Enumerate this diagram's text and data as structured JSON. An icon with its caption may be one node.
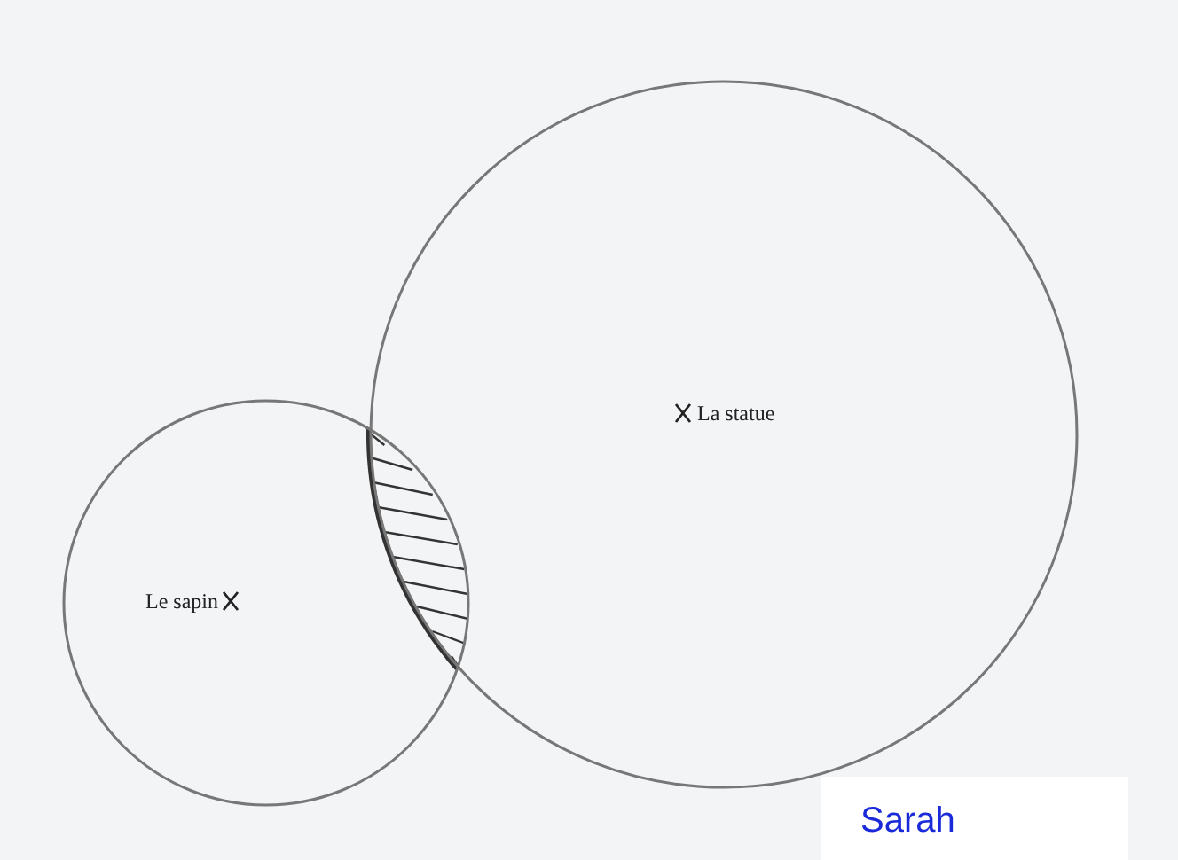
{
  "diagram": {
    "nodes": [
      {
        "text": [
          "Le sapin"
        ]
      },
      {
        "text": [
          "La statue"
        ]
      }
    ],
    "labels": [
      "Sarah"
    ]
  }
}
